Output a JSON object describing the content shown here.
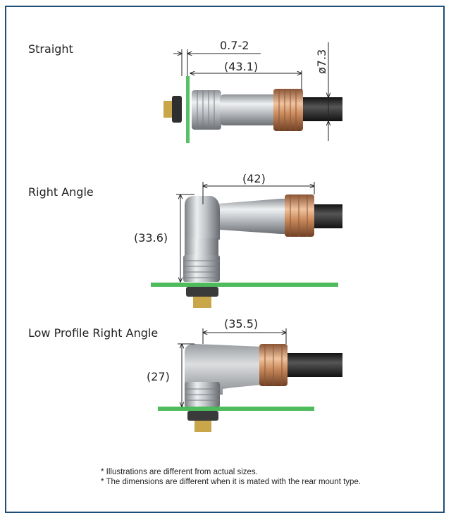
{
  "sections": {
    "straight": {
      "title": "Straight",
      "dim_offset": "0.7-2",
      "dim_length": "(43.1)",
      "dim_diameter": "ø7.3"
    },
    "right_angle": {
      "title": "Right Angle",
      "dim_width": "(42)",
      "dim_height": "(33.6)"
    },
    "low_profile": {
      "title": "Low Profile Right Angle",
      "dim_width": "(35.5)",
      "dim_height": "(27)"
    }
  },
  "notes": [
    "* Illustrations are different from actual sizes.",
    "* The dimensions are different when it is mated with the rear mount type."
  ],
  "colors": {
    "frame": "#1f4e79",
    "panel_green": "#3bb54a",
    "metal": "#b9bcc0",
    "copper": "#c98a5c",
    "cable": "#2b2b2b"
  }
}
